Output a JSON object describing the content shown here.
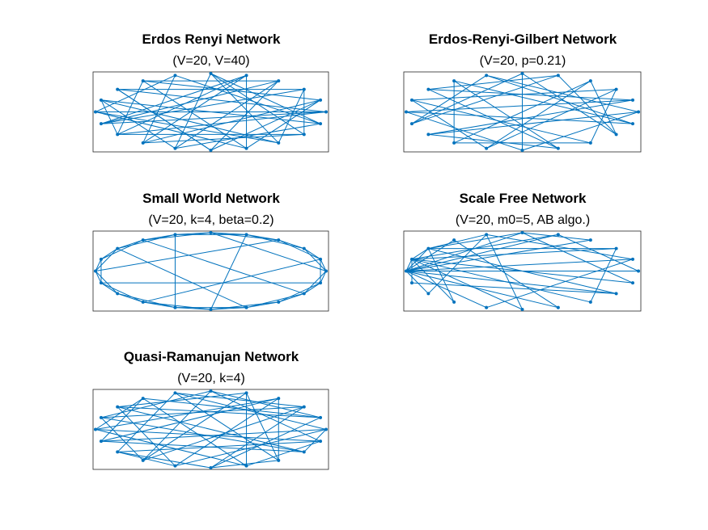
{
  "figure": {
    "colors": {
      "edge": "#0072BD",
      "node": "#0072BD",
      "axes": "#262626",
      "background": "#FFFFFF"
    },
    "panels": [
      {
        "title": "Erdos Renyi Network",
        "subtitle": "(V=20, V=40)",
        "nodes": 20,
        "edges": [
          [
            0,
            4
          ],
          [
            1,
            11
          ],
          [
            2,
            8
          ],
          [
            3,
            14
          ],
          [
            4,
            17
          ],
          [
            5,
            13
          ],
          [
            6,
            18
          ],
          [
            7,
            15
          ],
          [
            8,
            19
          ],
          [
            9,
            3
          ],
          [
            10,
            0
          ],
          [
            11,
            16
          ],
          [
            12,
            5
          ],
          [
            13,
            1
          ],
          [
            14,
            9
          ],
          [
            15,
            2
          ],
          [
            16,
            7
          ],
          [
            17,
            12
          ],
          [
            18,
            10
          ],
          [
            19,
            6
          ],
          [
            0,
            13
          ],
          [
            1,
            18
          ],
          [
            2,
            15
          ],
          [
            3,
            7
          ],
          [
            4,
            11
          ],
          [
            5,
            16
          ],
          [
            6,
            14
          ],
          [
            7,
            19
          ],
          [
            8,
            12
          ],
          [
            9,
            17
          ],
          [
            10,
            2
          ],
          [
            11,
            5
          ],
          [
            12,
            18
          ],
          [
            13,
            8
          ],
          [
            14,
            0
          ],
          [
            15,
            9
          ],
          [
            16,
            1
          ],
          [
            17,
            6
          ],
          [
            18,
            3
          ],
          [
            19,
            10
          ]
        ]
      },
      {
        "title": "Erdos-Renyi-Gilbert Network",
        "subtitle": "(V=20, p=0.21)",
        "nodes": 20,
        "edges": [
          [
            0,
            9
          ],
          [
            1,
            13
          ],
          [
            2,
            6
          ],
          [
            3,
            17
          ],
          [
            4,
            11
          ],
          [
            5,
            15
          ],
          [
            6,
            19
          ],
          [
            7,
            12
          ],
          [
            8,
            16
          ],
          [
            9,
            2
          ],
          [
            10,
            18
          ],
          [
            11,
            0
          ],
          [
            12,
            5
          ],
          [
            13,
            8
          ],
          [
            14,
            3
          ],
          [
            15,
            10
          ],
          [
            16,
            1
          ],
          [
            17,
            7
          ],
          [
            18,
            14
          ],
          [
            19,
            4
          ],
          [
            0,
            15
          ],
          [
            3,
            11
          ],
          [
            6,
            12
          ],
          [
            9,
            18
          ],
          [
            2,
            14
          ],
          [
            5,
            19
          ],
          [
            8,
            1
          ],
          [
            13,
            17
          ],
          [
            10,
            4
          ],
          [
            16,
            7
          ]
        ]
      },
      {
        "title": "Small World Network",
        "subtitle": "(V=20, k=4, beta=0.2)",
        "nodes": 20,
        "edges": [
          [
            0,
            1
          ],
          [
            1,
            2
          ],
          [
            2,
            3
          ],
          [
            3,
            4
          ],
          [
            4,
            5
          ],
          [
            5,
            6
          ],
          [
            6,
            7
          ],
          [
            7,
            8
          ],
          [
            8,
            9
          ],
          [
            9,
            10
          ],
          [
            10,
            11
          ],
          [
            11,
            12
          ],
          [
            12,
            13
          ],
          [
            13,
            14
          ],
          [
            14,
            15
          ],
          [
            15,
            16
          ],
          [
            16,
            17
          ],
          [
            17,
            18
          ],
          [
            18,
            19
          ],
          [
            19,
            0
          ],
          [
            0,
            2
          ],
          [
            1,
            3
          ],
          [
            2,
            4
          ],
          [
            3,
            5
          ],
          [
            4,
            6
          ],
          [
            5,
            7
          ],
          [
            6,
            8
          ],
          [
            7,
            9
          ],
          [
            8,
            10
          ],
          [
            9,
            11
          ],
          [
            10,
            12
          ],
          [
            11,
            13
          ],
          [
            12,
            14
          ],
          [
            13,
            15
          ],
          [
            14,
            16
          ],
          [
            15,
            17
          ],
          [
            16,
            18
          ],
          [
            17,
            19
          ],
          [
            18,
            0
          ],
          [
            19,
            1
          ],
          [
            0,
            7
          ],
          [
            3,
            12
          ],
          [
            6,
            15
          ],
          [
            9,
            17
          ],
          [
            14,
            2
          ],
          [
            11,
            19
          ],
          [
            5,
            10
          ],
          [
            16,
            4
          ]
        ]
      },
      {
        "title": "Scale Free Network",
        "subtitle": "(V=20, m0=5, AB algo.)",
        "nodes": 20,
        "edges": [
          [
            0,
            1
          ],
          [
            0,
            2
          ],
          [
            0,
            3
          ],
          [
            1,
            2
          ],
          [
            2,
            4
          ],
          [
            5,
            0
          ],
          [
            5,
            2
          ],
          [
            6,
            1
          ],
          [
            6,
            0
          ],
          [
            7,
            5
          ],
          [
            7,
            0
          ],
          [
            8,
            1
          ],
          [
            8,
            2
          ],
          [
            9,
            0
          ],
          [
            9,
            4
          ],
          [
            10,
            6
          ],
          [
            10,
            0
          ],
          [
            11,
            1
          ],
          [
            11,
            5
          ],
          [
            12,
            0
          ],
          [
            12,
            2
          ],
          [
            13,
            1
          ],
          [
            13,
            8
          ],
          [
            14,
            0
          ],
          [
            14,
            3
          ],
          [
            15,
            4
          ],
          [
            15,
            1
          ],
          [
            16,
            0
          ],
          [
            16,
            9
          ],
          [
            17,
            2
          ],
          [
            17,
            1
          ],
          [
            18,
            0
          ],
          [
            18,
            4
          ],
          [
            19,
            1
          ],
          [
            19,
            12
          ]
        ]
      },
      {
        "title": "Quasi-Ramanujan Network",
        "subtitle": "(V=20, k=4)",
        "nodes": 20,
        "edges": [
          [
            0,
            7
          ],
          [
            1,
            12
          ],
          [
            2,
            16
          ],
          [
            3,
            9
          ],
          [
            4,
            18
          ],
          [
            5,
            11
          ],
          [
            6,
            14
          ],
          [
            8,
            17
          ],
          [
            10,
            19
          ],
          [
            13,
            15
          ],
          [
            0,
            11
          ],
          [
            1,
            5
          ],
          [
            2,
            9
          ],
          [
            3,
            14
          ],
          [
            4,
            8
          ],
          [
            6,
            17
          ],
          [
            7,
            13
          ],
          [
            10,
            16
          ],
          [
            12,
            19
          ],
          [
            15,
            18
          ],
          [
            0,
            14
          ],
          [
            1,
            8
          ],
          [
            2,
            12
          ],
          [
            3,
            19
          ],
          [
            4,
            10
          ],
          [
            5,
            17
          ],
          [
            6,
            13
          ],
          [
            7,
            16
          ],
          [
            9,
            15
          ],
          [
            11,
            18
          ],
          [
            0,
            3
          ],
          [
            1,
            17
          ],
          [
            2,
            6
          ],
          [
            4,
            13
          ],
          [
            5,
            9
          ],
          [
            7,
            19
          ],
          [
            8,
            15
          ],
          [
            10,
            12
          ],
          [
            11,
            14
          ],
          [
            16,
            18
          ]
        ]
      }
    ]
  }
}
